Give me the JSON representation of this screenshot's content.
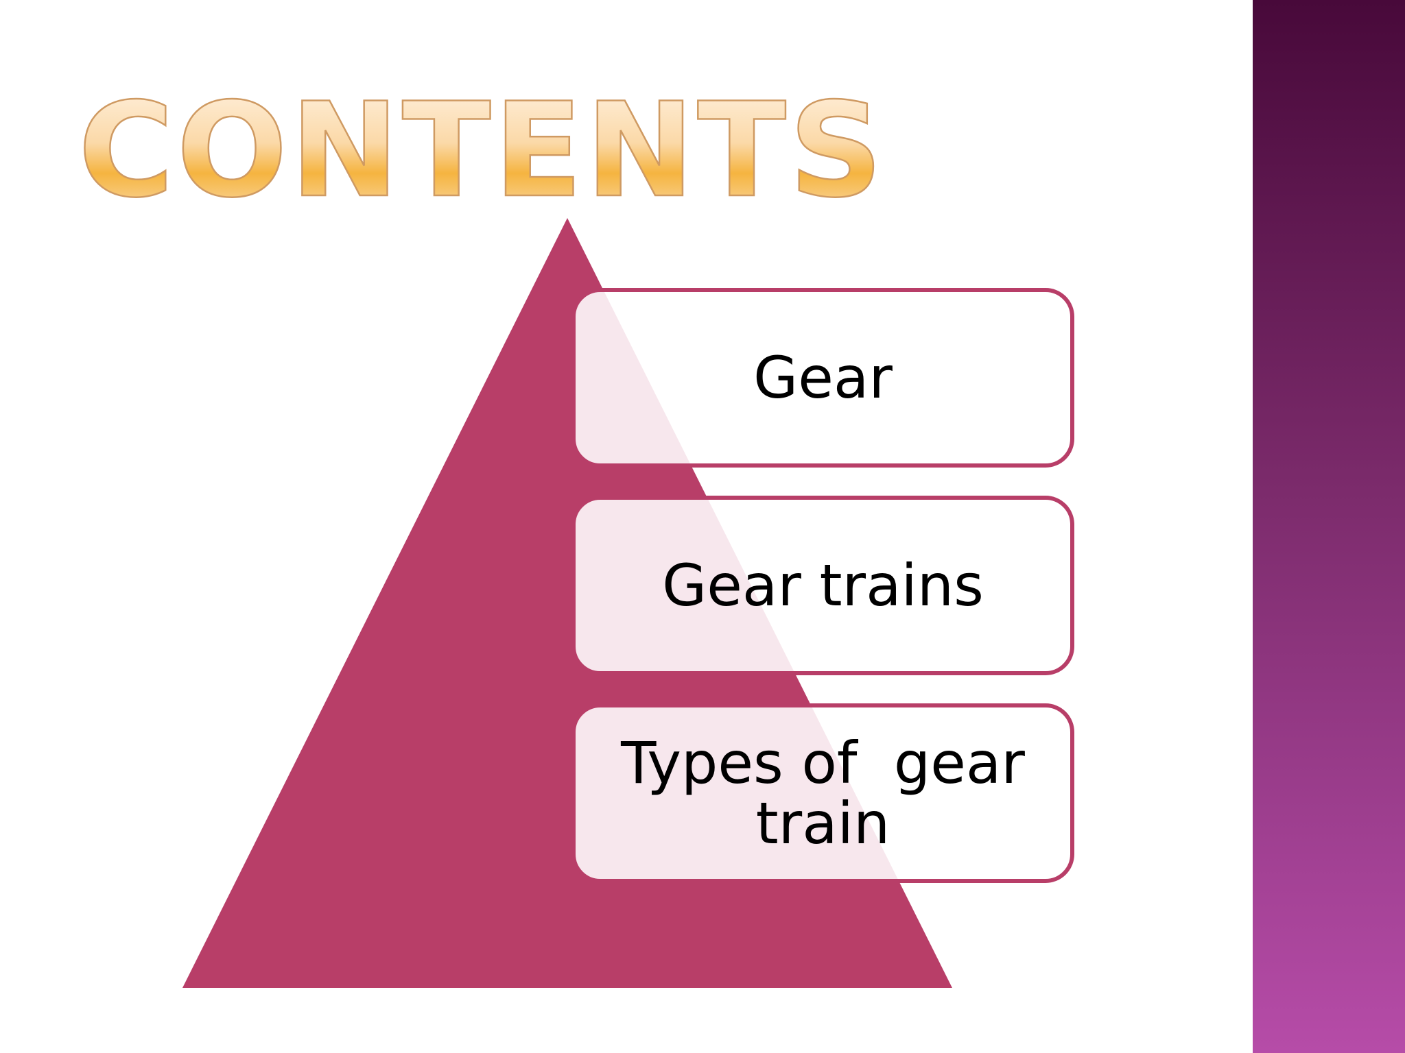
{
  "slide": {
    "title": "CONTENTS",
    "items": [
      {
        "label": "Gear"
      },
      {
        "label": "Gear trains"
      },
      {
        "label": "Types of  gear\ntrain"
      }
    ]
  },
  "colors": {
    "pyramid": "#b83e68",
    "box_border": "#b83e68",
    "title_fill_top": "#fff1e0",
    "title_fill_bottom": "#f5b84a",
    "title_outline": "#d49a5a",
    "sidebar_top": "#4a0a3a",
    "sidebar_bottom": "#b54aa8"
  },
  "icons": {
    "pyramid": "triangle-shape"
  }
}
